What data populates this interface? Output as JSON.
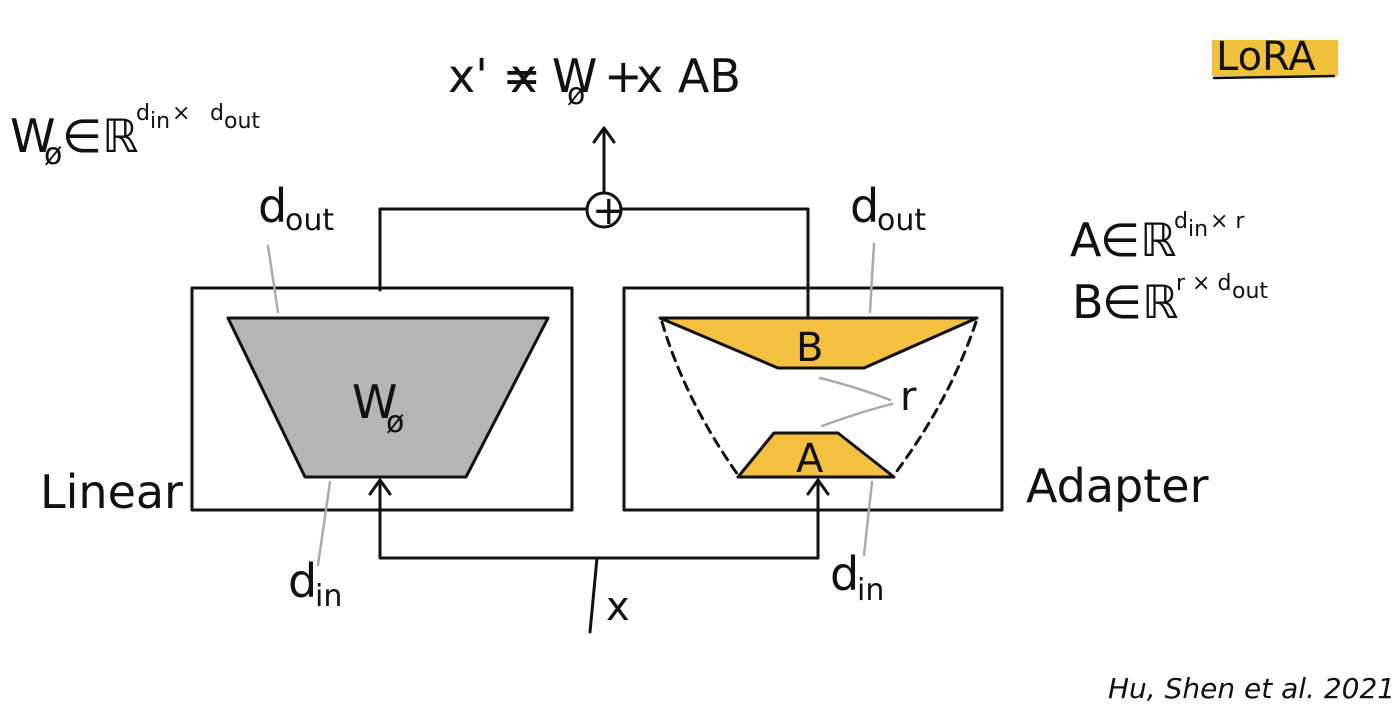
{
  "title": "LoRA",
  "citation": "Hu, Shen et al. 2021",
  "formula": {
    "lhs": "x' =",
    "term1": "x W",
    "sub1": "ø",
    "plus": "+",
    "term2": "x AB"
  },
  "w_def": {
    "base": "W",
    "sub": "ø",
    "in": "∈ℝ",
    "sup": "d",
    "sup_sub1": "in",
    "sup_mid": " × ",
    "sup_sub2": "out"
  },
  "a_def": {
    "base": "A",
    "in": "∈ℝ",
    "sup": "d",
    "sup_sub": "in",
    "sup_tail": " × r"
  },
  "b_def": {
    "base": "B",
    "in": "∈ℝ",
    "sup_head": "r × d",
    "sup_sub": "out"
  },
  "linear_block": {
    "label": "Linear",
    "matrix_label": "W",
    "matrix_sub": "ø",
    "top_dim": "d",
    "top_dim_sub": "out",
    "bottom_dim": "d",
    "bottom_dim_sub": "in"
  },
  "adapter_block": {
    "label": "Adapter",
    "b_label": "B",
    "a_label": "A",
    "rank_label": "r",
    "top_dim": "d",
    "top_dim_sub": "out",
    "bottom_dim": "d",
    "bottom_dim_sub": "in"
  },
  "input_label": "x",
  "sum_symbol": "+",
  "colors": {
    "frozen_weight": "#b3b6b6",
    "adapter": "#f4c040",
    "highlight": "#f2c13c",
    "ink": "#111111",
    "leader": "#a9aaab"
  }
}
